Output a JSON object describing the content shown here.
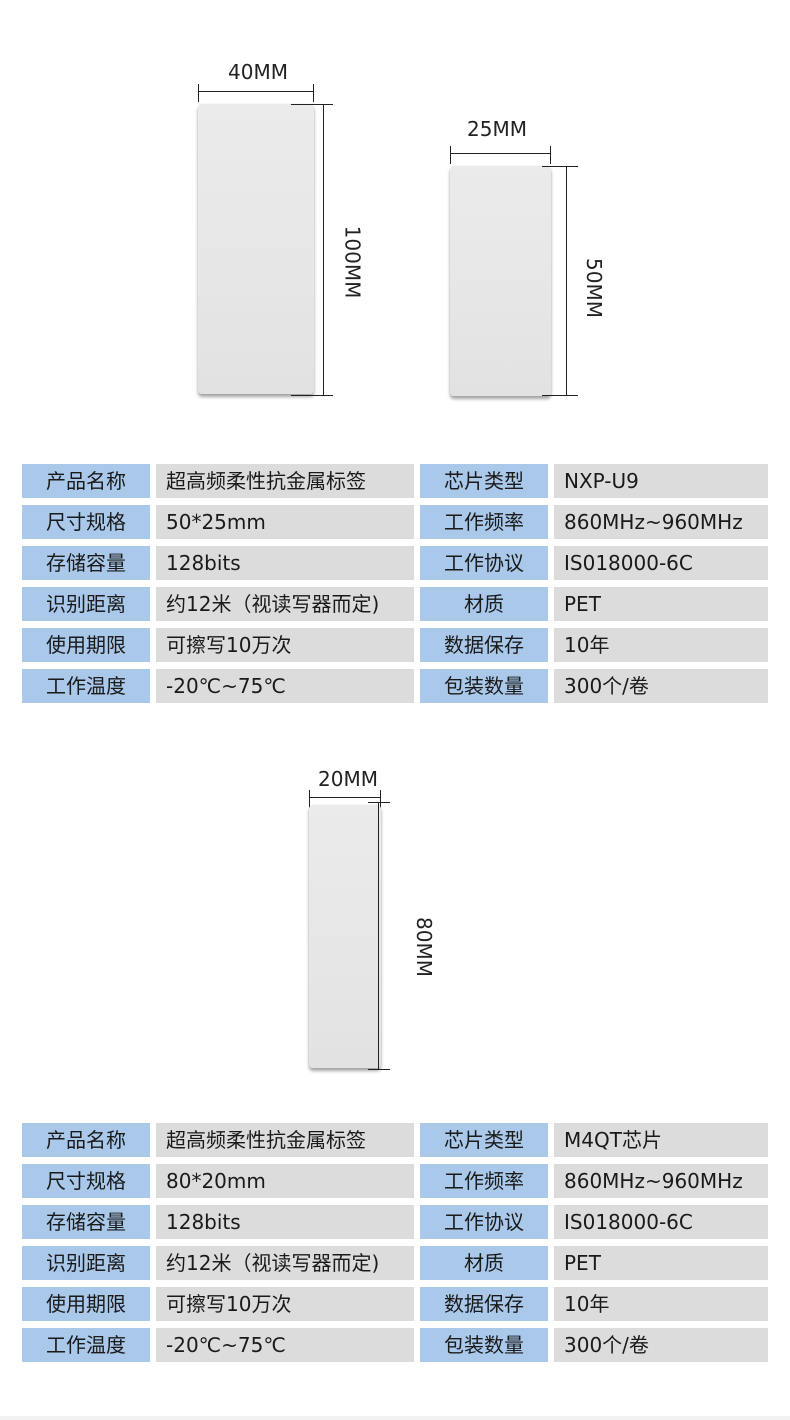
{
  "top": {
    "card_a": {
      "width_label": "40MM",
      "height_label": "100MM"
    },
    "card_b": {
      "width_label": "25MM",
      "height_label": "50MM"
    }
  },
  "table1": {
    "rows": [
      {
        "k1": "产品名称",
        "v1": "超高频柔性抗金属标签",
        "k2": "芯片类型",
        "v2": "NXP-U9"
      },
      {
        "k1": "尺寸规格",
        "v1": "50*25mm",
        "k2": "工作频率",
        "v2": "860MHz~960MHz"
      },
      {
        "k1": "存储容量",
        "v1": "128bits",
        "k2": "工作协议",
        "v2": "IS018000-6C"
      },
      {
        "k1": "识别距离",
        "v1": "约12米（视读写器而定)",
        "k2": "材质",
        "v2": "PET"
      },
      {
        "k1": "使用期限",
        "v1": "可擦写10万次",
        "k2": "数据保存",
        "v2": "10年"
      },
      {
        "k1": "工作温度",
        "v1": "-20℃~75℃",
        "k2": "包装数量",
        "v2": "300个/卷"
      }
    ]
  },
  "middle": {
    "card_c": {
      "width_label": "20MM",
      "height_label": "80MM"
    }
  },
  "table2": {
    "rows": [
      {
        "k1": "产品名称",
        "v1": "超高频柔性抗金属标签",
        "k2": "芯片类型",
        "v2": "M4QT芯片"
      },
      {
        "k1": "尺寸规格",
        "v1": "80*20mm",
        "k2": "工作频率",
        "v2": "860MHz~960MHz"
      },
      {
        "k1": "存储容量",
        "v1": "128bits",
        "k2": "工作协议",
        "v2": "IS018000-6C"
      },
      {
        "k1": "识别距离",
        "v1": "约12米（视读写器而定)",
        "k2": "材质",
        "v2": "PET"
      },
      {
        "k1": "使用期限",
        "v1": "可擦写10万次",
        "k2": "数据保存",
        "v2": "10年"
      },
      {
        "k1": "工作温度",
        "v1": "-20℃~75℃",
        "k2": "包装数量",
        "v2": "300个/卷"
      }
    ]
  },
  "colors": {
    "key_bg": "#a9c8ea",
    "val_bg": "#dcdcdc",
    "card": "#e8e8e8"
  }
}
